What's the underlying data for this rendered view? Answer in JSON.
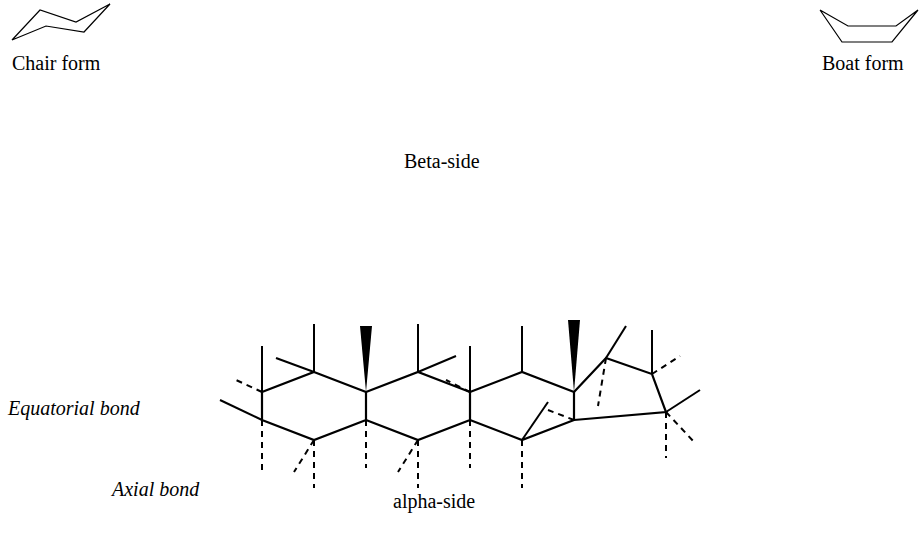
{
  "diagram": {
    "labels": [
      "Chair form",
      "Boat form",
      "Beta-side",
      "Equatorial bond",
      "Axial bond",
      "alpha-side"
    ]
  }
}
